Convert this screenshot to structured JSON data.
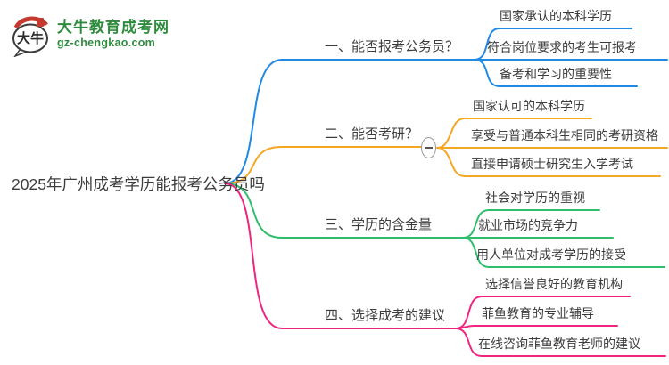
{
  "logo": {
    "icon_text": "大牛",
    "site_name": "大牛教育成考网",
    "site_domain": "gz-chengkao.com",
    "brand_green": "#2E8B3D",
    "brand_red": "#C43A2F"
  },
  "mindmap": {
    "root_label": "2025年广州成考学历能报考公务员吗",
    "text_color": "#3C3C3C",
    "collapse_icon": "minus",
    "branches": [
      {
        "label": "一、能否报考公务员？",
        "color": "#2088E5",
        "children": [
          "国家承认的本科学历",
          "符合岗位要求的考生可报考",
          "备考和学习的重要性"
        ]
      },
      {
        "label": "二、能否考研？",
        "color": "#F5A623",
        "collapsed": false,
        "children": [
          "国家认可的本科学历",
          "享受与普通本科生相同的考研资格",
          "直接申请硕士研究生入学考试"
        ]
      },
      {
        "label": "三、学历的含金量",
        "color": "#2EBD6B",
        "children": [
          "社会对学历的重视",
          "就业市场的竞争力",
          "用人单位对成考学历的接受"
        ]
      },
      {
        "label": "四、选择成考的建议",
        "color": "#F0247F",
        "children": [
          "选择信誉良好的教育机构",
          "菲鱼教育的专业辅导",
          "在线咨询菲鱼教育老师的建议"
        ]
      }
    ]
  }
}
